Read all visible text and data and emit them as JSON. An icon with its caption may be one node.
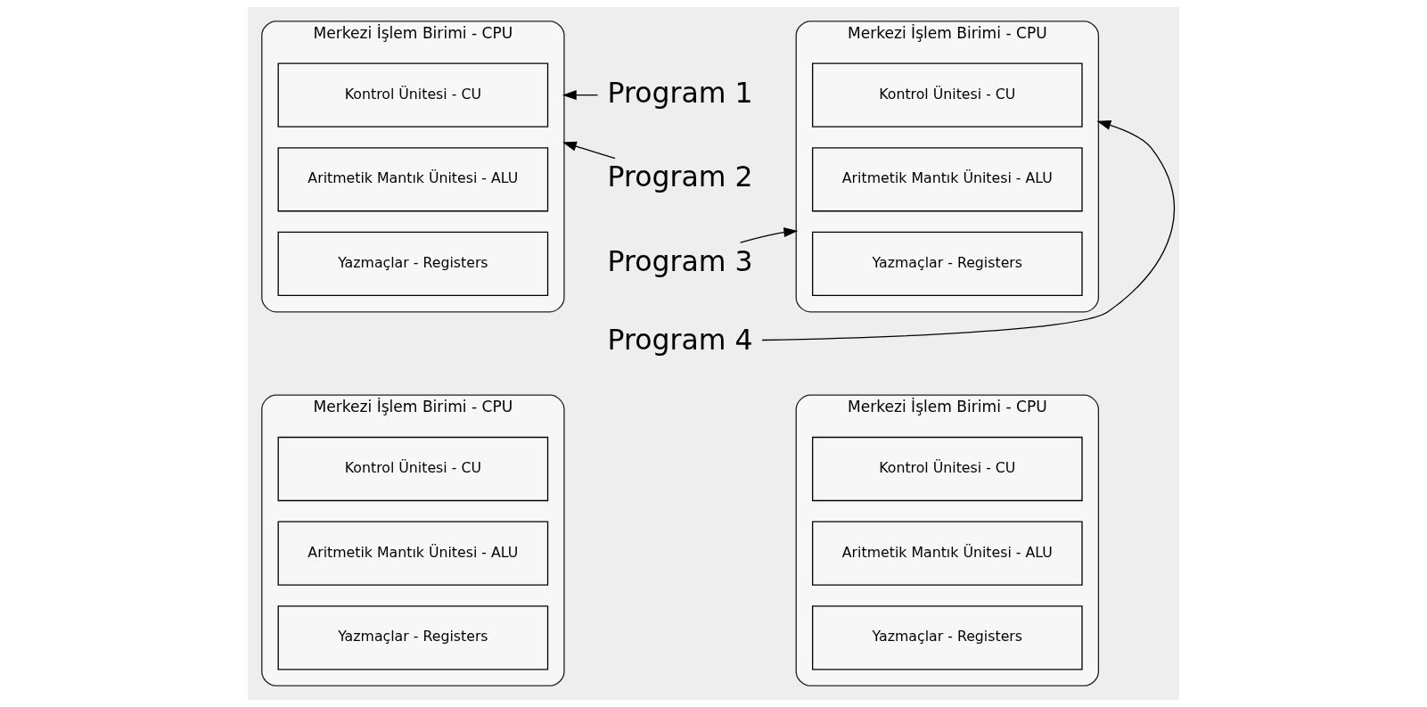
{
  "diagram": {
    "nodes": [
      {
        "text": [
          "Merkezi İşlem Birimi - CPU"
        ]
      },
      {
        "text": [
          "Kontrol Ünitesi - CU"
        ],
        "in": 0
      },
      {
        "text": [
          "Aritmetik Mantık Ünitesi - ALU"
        ],
        "in": 0
      },
      {
        "text": [
          "Yazmaçlar - Registers"
        ],
        "in": 0
      },
      {
        "text": [
          "Program 1"
        ]
      },
      {
        "text": [
          "Program 2"
        ]
      },
      {
        "text": [
          "Program 3"
        ]
      },
      {
        "text": [
          "Program 4"
        ]
      },
      {
        "text": [
          "Merkezi İşlem Birimi - CPU"
        ]
      },
      {
        "text": [
          "Kontrol Ünitesi - CU"
        ],
        "in": 8
      },
      {
        "text": [
          "Aritmetik Mantık Ünitesi - ALU"
        ],
        "in": 8
      },
      {
        "text": [
          "Yazmaçlar - Registers"
        ],
        "in": 8
      },
      {
        "text": [
          "Merkezi İşlem Birimi - CPU"
        ]
      },
      {
        "text": [
          "Kontrol Ünitesi - CU"
        ],
        "in": 12
      },
      {
        "text": [
          "Aritmetik Mantık Ünitesi - ALU"
        ],
        "in": 12
      },
      {
        "text": [
          "Yazmaçlar - Registers"
        ],
        "in": 12
      },
      {
        "text": [
          "Merkezi İşlem Birimi - CPU"
        ]
      },
      {
        "text": [
          "Kontrol Ünitesi - CU"
        ],
        "in": 16
      },
      {
        "text": [
          "Aritmetik Mantık Ünitesi - ALU"
        ],
        "in": 16
      },
      {
        "text": [
          "Yazmaçlar - Registers"
        ],
        "in": 16
      }
    ],
    "edges": [
      {
        "from": 4,
        "to": 0,
        "arrow": "to"
      },
      {
        "from": 5,
        "to": 0,
        "arrow": "to"
      },
      {
        "from": 6,
        "to": 8,
        "arrow": "to"
      },
      {
        "from": 7,
        "to": 8,
        "arrow": "to"
      }
    ]
  }
}
